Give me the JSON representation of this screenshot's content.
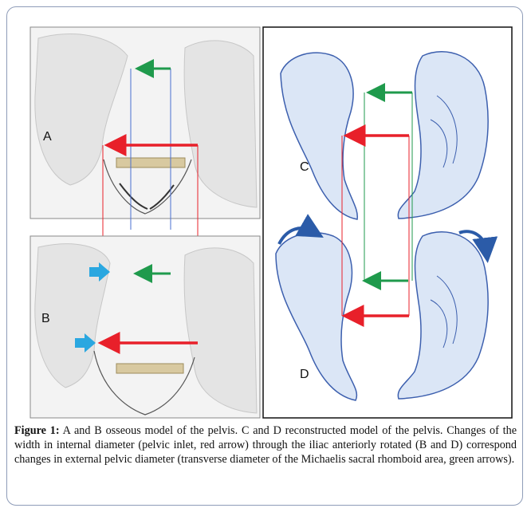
{
  "figure": {
    "panels": [
      {
        "id": "A",
        "label": "A",
        "style": "osseous-model"
      },
      {
        "id": "B",
        "label": "B",
        "style": "osseous-model"
      },
      {
        "id": "C",
        "label": "C",
        "style": "reconstructed-model"
      },
      {
        "id": "D",
        "label": "D",
        "style": "reconstructed-model"
      }
    ],
    "arrow_colors": {
      "internal_diameter": "#e8202a",
      "external_diameter": "#1f9a4c",
      "rotation_marker": "#2aa7e0",
      "rotation_curve": "#2b5ba8",
      "guide_blue": "#4a6fd1"
    }
  },
  "caption": {
    "label": "Figure 1:",
    "text": " A and B osseous model of the pelvis. C and D reconstructed model of the pelvis. Changes of the width in internal diameter (pelvic inlet, red arrow) through the iliac anteriorly rotated (B and D) correspond changes in external pelvic diameter (transverse diameter of the Michaelis sacral rhomboid area, green arrows)."
  }
}
